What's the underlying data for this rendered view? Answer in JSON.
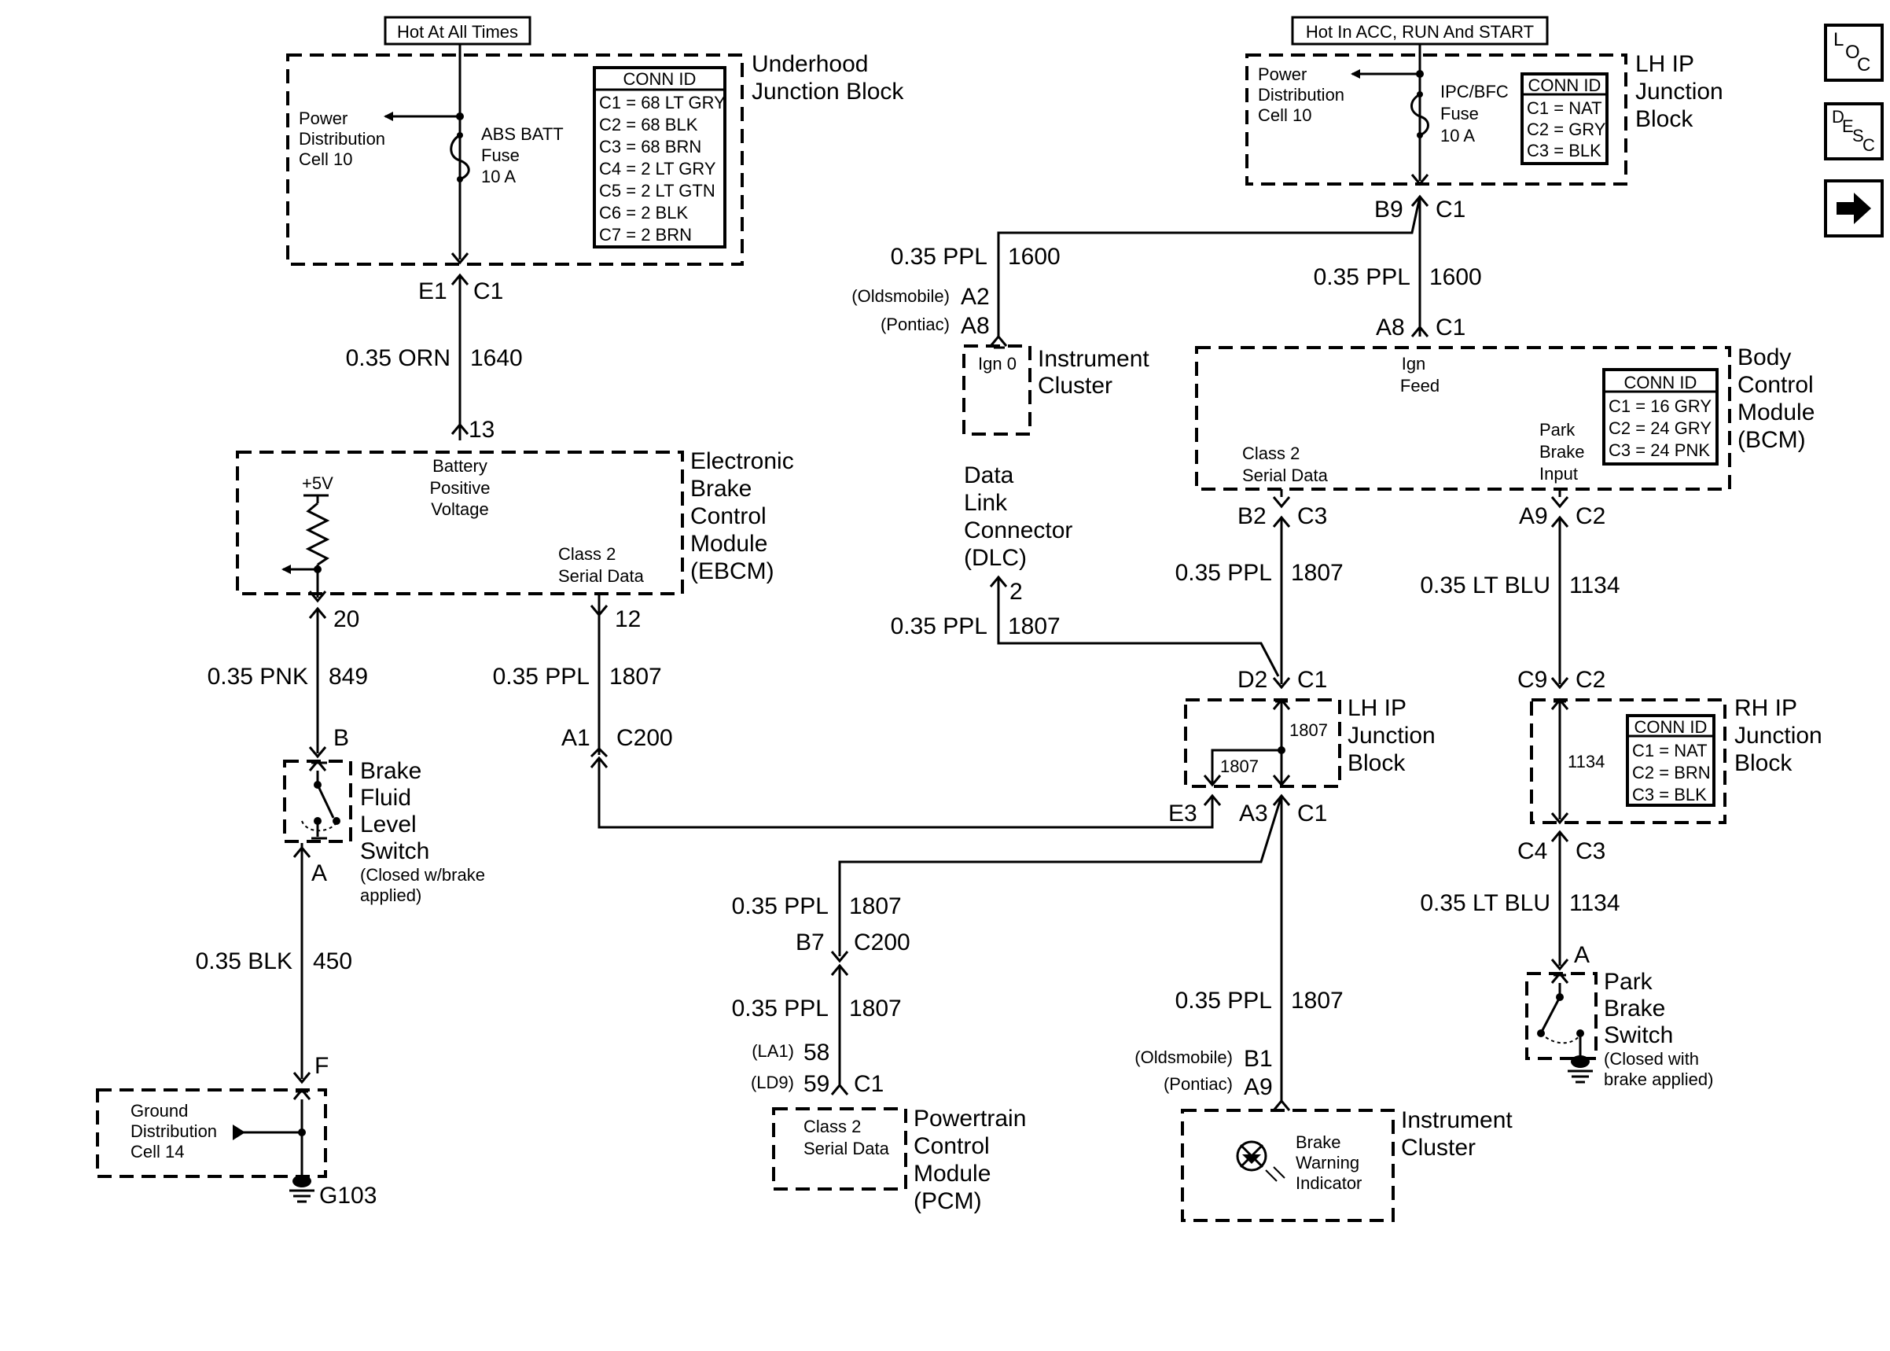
{
  "nav": {
    "loc_label": [
      "L",
      "O",
      "C"
    ],
    "desc_label": [
      "D",
      "E",
      "S",
      "C"
    ]
  },
  "power": {
    "hot_all": "Hot At All Times",
    "hot_acc": "Hot In ACC, RUN And START"
  },
  "underhood": {
    "name": [
      "Underhood",
      "Junction Block"
    ],
    "pdc": [
      "Power",
      "Distribution",
      "Cell 10"
    ],
    "fuse": [
      "ABS BATT",
      "Fuse",
      "10 A"
    ],
    "conn_title": "CONN ID",
    "conn": [
      "C1 = 68 LT GRY",
      "C2 = 68 BLK",
      "C3 = 68 BRN",
      "C4 = 2 LT GRY",
      "C5 = 2 LT GTN",
      "C6 = 2 BLK",
      "C7 = 2 BRN"
    ],
    "pin": "E1",
    "conn_id": "C1"
  },
  "lhip_top": {
    "name": [
      "LH IP",
      "Junction",
      "Block"
    ],
    "pdc": [
      "Power",
      "Distribution",
      "Cell 10"
    ],
    "fuse": [
      "IPC/BFC",
      "Fuse",
      "10 A"
    ],
    "conn_title": "CONN ID",
    "conn": [
      "C1 = NAT",
      "C2 = GRY",
      "C3 = BLK"
    ],
    "pin": "B9",
    "conn_id": "C1"
  },
  "wires": {
    "w1640": {
      "gauge": "0.35 ORN",
      "circuit": "1640"
    },
    "w849": {
      "gauge": "0.35 PNK",
      "circuit": "849"
    },
    "w450": {
      "gauge": "0.35 BLK",
      "circuit": "450"
    },
    "w1807_ebcm": {
      "gauge": "0.35 PPL",
      "circuit": "1807"
    },
    "w1600_ic": {
      "gauge": "0.35 PPL",
      "circuit": "1600"
    },
    "w1600_bcm": {
      "gauge": "0.35 PPL",
      "circuit": "1600"
    },
    "w1807_dlc": {
      "gauge": "0.35 PPL",
      "circuit": "1807"
    },
    "w1807_bcm": {
      "gauge": "0.35 PPL",
      "circuit": "1807"
    },
    "w1134_a": {
      "gauge": "0.35 LT BLU",
      "circuit": "1134"
    },
    "w1134_b": {
      "gauge": "0.35 LT BLU",
      "circuit": "1134"
    },
    "w1807_pcm_a": {
      "gauge": "0.35 PPL",
      "circuit": "1807"
    },
    "w1807_pcm_b": {
      "gauge": "0.35 PPL",
      "circuit": "1807"
    },
    "w1807_ic": {
      "gauge": "0.35 PPL",
      "circuit": "1807"
    }
  },
  "ebcm": {
    "name": [
      "Electronic",
      "Brake",
      "Control",
      "Module",
      "(EBCM)"
    ],
    "batt": [
      "Battery",
      "Positive",
      "Voltage"
    ],
    "v5": "+5V",
    "serial": [
      "Class 2",
      "Serial Data"
    ],
    "pin_top": "13",
    "pin_left": "20",
    "pin_right": "12"
  },
  "bfls": {
    "name": [
      "Brake",
      "Fluid",
      "Level",
      "Switch"
    ],
    "note": [
      "(Closed w/brake",
      "applied)"
    ],
    "pin_b": "B",
    "pin_a": "A"
  },
  "ground": {
    "label": [
      "Ground",
      "Distribution",
      "Cell 14"
    ],
    "pin": "F",
    "ground_id": "G103"
  },
  "c200": {
    "pin_a1": "A1",
    "id": "C200",
    "pin_b7": "B7",
    "id2": "C200"
  },
  "ic_top": {
    "name": [
      "Instrument",
      "Cluster"
    ],
    "ign": "Ign 0",
    "olds_note": "(Oldsmobile)",
    "olds_pin": "A2",
    "pont_note": "(Pontiac)",
    "pont_pin": "A8"
  },
  "dlc": {
    "name": [
      "Data",
      "Link",
      "Connector",
      "(DLC)"
    ],
    "pin": "2"
  },
  "bcm": {
    "name": [
      "Body",
      "Control",
      "Module",
      "(BCM)"
    ],
    "ign": [
      "Ign",
      "Feed"
    ],
    "serial": [
      "Class 2",
      "Serial Data"
    ],
    "park": [
      "Park",
      "Brake",
      "Input"
    ],
    "conn_title": "CONN ID",
    "conn": [
      "C1 = 16 GRY",
      "C2 = 24 GRY",
      "C3 = 24 PNK"
    ],
    "pin_top": "A8",
    "conn_top": "C1",
    "pin_b2": "B2",
    "conn_c3": "C3",
    "pin_a9": "A9",
    "conn_c2": "C2"
  },
  "lhip_mid": {
    "name": [
      "LH IP",
      "Junction",
      "Block"
    ],
    "pin_d2": "D2",
    "conn_c1": "C1",
    "inner_a": "1807",
    "inner_b": "1807",
    "pin_e3": "E3",
    "pin_a3": "A3",
    "conn_c1b": "C1"
  },
  "rhip": {
    "name": [
      "RH IP",
      "Junction",
      "Block"
    ],
    "conn_title": "CONN ID",
    "conn": [
      "C1 = NAT",
      "C2 = BRN",
      "C3 = BLK"
    ],
    "inner": "1134",
    "pin_c9": "C9",
    "conn_c2": "C2",
    "pin_c4": "C4",
    "conn_c3": "C3"
  },
  "pbs": {
    "name": [
      "Park",
      "Brake",
      "Switch"
    ],
    "note": [
      "(Closed with",
      "brake applied)"
    ],
    "pin": "A"
  },
  "pcm": {
    "name": [
      "Powertrain",
      "Control",
      "Module",
      "(PCM)"
    ],
    "serial": [
      "Class 2",
      "Serial Data"
    ],
    "la1_note": "(LA1)",
    "la1_pin": "58",
    "ld9_note": "(LD9)",
    "ld9_pin": "59",
    "conn": "C1"
  },
  "ic_bottom": {
    "name": [
      "Instrument",
      "Cluster"
    ],
    "ind": [
      "Brake",
      "Warning",
      "Indicator"
    ],
    "olds_note": "(Oldsmobile)",
    "olds_pin": "B1",
    "pont_note": "(Pontiac)",
    "pont_pin": "A9"
  }
}
